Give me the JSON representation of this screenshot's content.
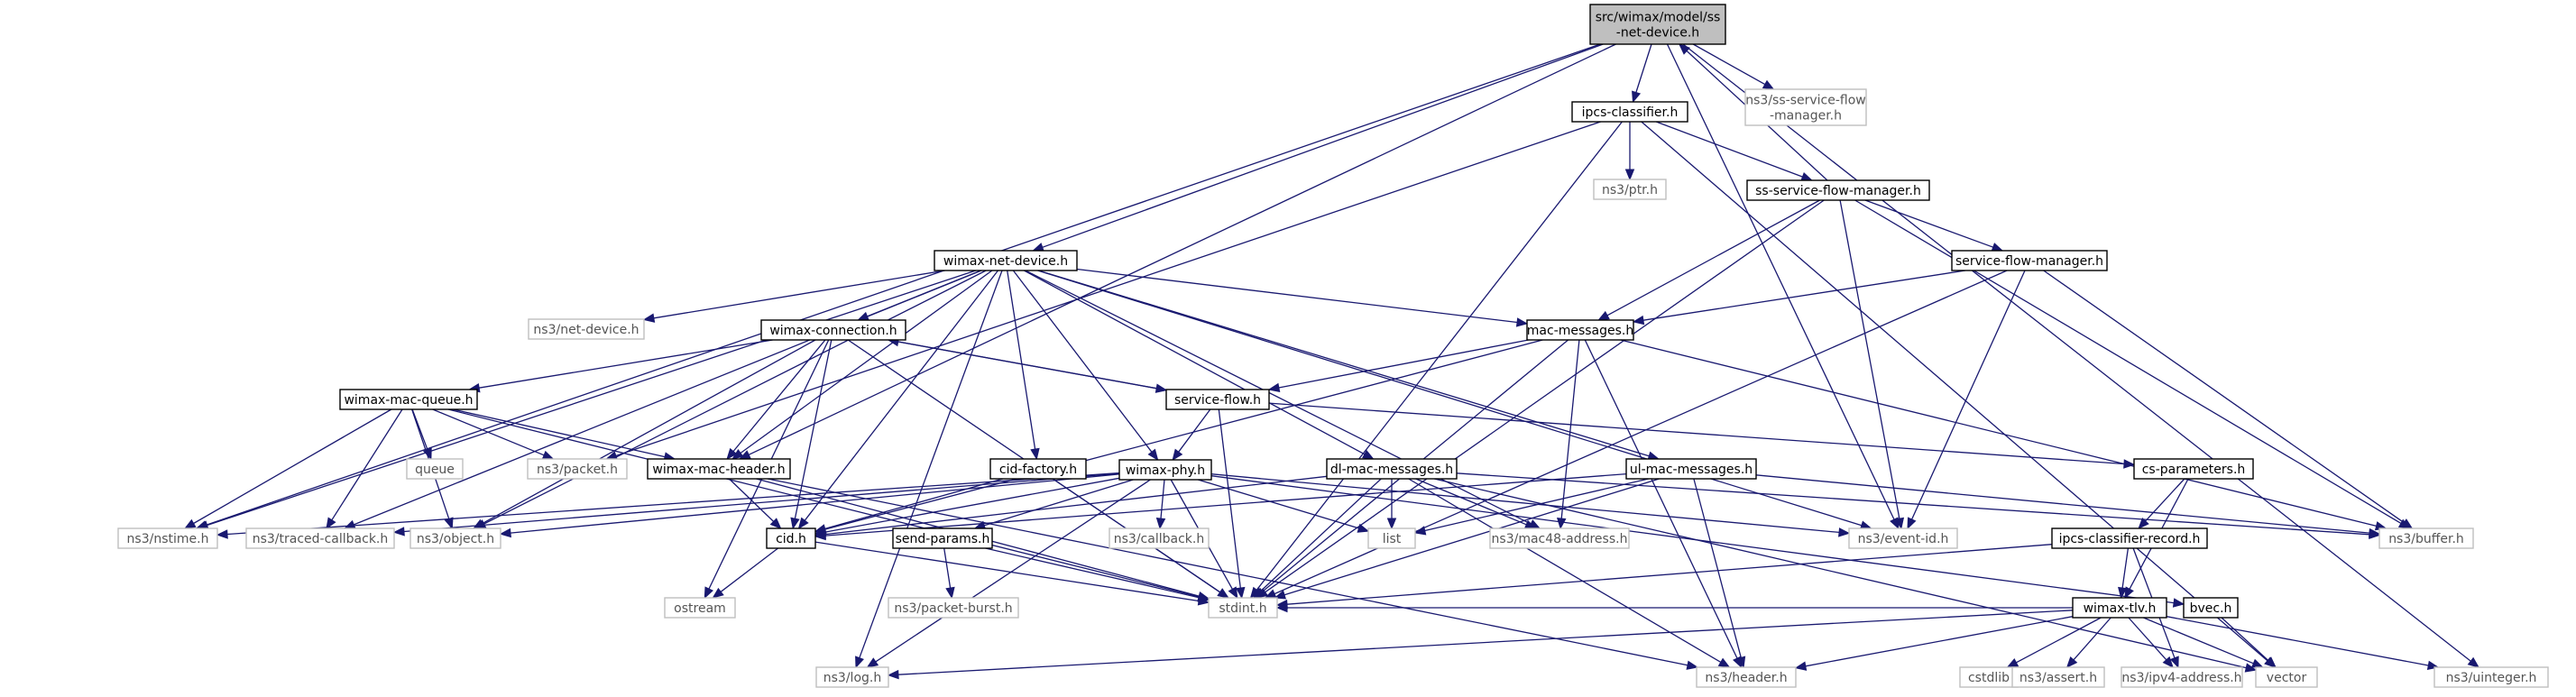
{
  "graph": {
    "nodes": [
      {
        "id": "root",
        "lines": [
          "src/wimax/model/ss",
          "-net-device.h"
        ],
        "kind": "root"
      },
      {
        "id": "ipcs",
        "lines": [
          "ipcs-classifier.h"
        ],
        "kind": "internal"
      },
      {
        "id": "ssflowext",
        "lines": [
          "ns3/ss-service-flow",
          "-manager.h"
        ],
        "kind": "external"
      },
      {
        "id": "ptr",
        "lines": [
          "ns3/ptr.h"
        ],
        "kind": "external"
      },
      {
        "id": "ssflow",
        "lines": [
          "ss-service-flow-manager.h"
        ],
        "kind": "internal"
      },
      {
        "id": "sfm",
        "lines": [
          "service-flow-manager.h"
        ],
        "kind": "internal"
      },
      {
        "id": "wnd",
        "lines": [
          "wimax-net-device.h"
        ],
        "kind": "internal"
      },
      {
        "id": "netdev",
        "lines": [
          "ns3/net-device.h"
        ],
        "kind": "external"
      },
      {
        "id": "macmsg",
        "lines": [
          "mac-messages.h"
        ],
        "kind": "internal"
      },
      {
        "id": "wconn",
        "lines": [
          "wimax-connection.h"
        ],
        "kind": "internal"
      },
      {
        "id": "sflow",
        "lines": [
          "service-flow.h"
        ],
        "kind": "internal"
      },
      {
        "id": "wmq",
        "lines": [
          "wimax-mac-queue.h"
        ],
        "kind": "internal"
      },
      {
        "id": "queue",
        "lines": [
          "queue"
        ],
        "kind": "external"
      },
      {
        "id": "packet",
        "lines": [
          "ns3/packet.h"
        ],
        "kind": "external"
      },
      {
        "id": "wmh",
        "lines": [
          "wimax-mac-header.h"
        ],
        "kind": "internal"
      },
      {
        "id": "cidf",
        "lines": [
          "cid-factory.h"
        ],
        "kind": "internal"
      },
      {
        "id": "wphy",
        "lines": [
          "wimax-phy.h"
        ],
        "kind": "internal"
      },
      {
        "id": "dlmsg",
        "lines": [
          "dl-mac-messages.h"
        ],
        "kind": "internal"
      },
      {
        "id": "ulmsg",
        "lines": [
          "ul-mac-messages.h"
        ],
        "kind": "internal"
      },
      {
        "id": "csparam",
        "lines": [
          "cs-parameters.h"
        ],
        "kind": "internal"
      },
      {
        "id": "nstime",
        "lines": [
          "ns3/nstime.h"
        ],
        "kind": "external"
      },
      {
        "id": "traced",
        "lines": [
          "ns3/traced-callback.h"
        ],
        "kind": "external"
      },
      {
        "id": "object",
        "lines": [
          "ns3/object.h"
        ],
        "kind": "external"
      },
      {
        "id": "cid",
        "lines": [
          "cid.h"
        ],
        "kind": "internal"
      },
      {
        "id": "sendp",
        "lines": [
          "send-params.h"
        ],
        "kind": "internal"
      },
      {
        "id": "callback",
        "lines": [
          "ns3/callback.h"
        ],
        "kind": "external"
      },
      {
        "id": "list",
        "lines": [
          "list"
        ],
        "kind": "external"
      },
      {
        "id": "mac48",
        "lines": [
          "ns3/mac48-address.h"
        ],
        "kind": "external"
      },
      {
        "id": "eventid",
        "lines": [
          "ns3/event-id.h"
        ],
        "kind": "external"
      },
      {
        "id": "icr",
        "lines": [
          "ipcs-classifier-record.h"
        ],
        "kind": "internal"
      },
      {
        "id": "buffer",
        "lines": [
          "ns3/buffer.h"
        ],
        "kind": "external"
      },
      {
        "id": "ostream",
        "lines": [
          "ostream"
        ],
        "kind": "external"
      },
      {
        "id": "stdint",
        "lines": [
          "stdint.h"
        ],
        "kind": "external"
      },
      {
        "id": "pburst",
        "lines": [
          "ns3/packet-burst.h"
        ],
        "kind": "external"
      },
      {
        "id": "bvec",
        "lines": [
          "bvec.h"
        ],
        "kind": "internal"
      },
      {
        "id": "wtlv",
        "lines": [
          "wimax-tlv.h"
        ],
        "kind": "internal"
      },
      {
        "id": "log",
        "lines": [
          "ns3/log.h"
        ],
        "kind": "external"
      },
      {
        "id": "header",
        "lines": [
          "ns3/header.h"
        ],
        "kind": "external"
      },
      {
        "id": "cstdlib",
        "lines": [
          "cstdlib"
        ],
        "kind": "external"
      },
      {
        "id": "assert",
        "lines": [
          "ns3/assert.h"
        ],
        "kind": "external"
      },
      {
        "id": "ipv4",
        "lines": [
          "ns3/ipv4-address.h"
        ],
        "kind": "external"
      },
      {
        "id": "vector",
        "lines": [
          "vector"
        ],
        "kind": "external"
      },
      {
        "id": "uinteger",
        "lines": [
          "ns3/uinteger.h"
        ],
        "kind": "external"
      }
    ],
    "edges": [
      [
        "root",
        "ipcs"
      ],
      [
        "root",
        "ssflowext"
      ],
      [
        "root",
        "wnd"
      ],
      [
        "root",
        "nstime"
      ],
      [
        "root",
        "wmh"
      ],
      [
        "root",
        "eventid"
      ],
      [
        "root",
        "uinteger"
      ],
      [
        "ipcs",
        "ptr"
      ],
      [
        "ipcs",
        "ssflow"
      ],
      [
        "ipcs",
        "packet"
      ],
      [
        "ipcs",
        "stdint"
      ],
      [
        "ipcs",
        "vector"
      ],
      [
        "ssflow",
        "root"
      ],
      [
        "ssflow",
        "sfm"
      ],
      [
        "ssflow",
        "macmsg"
      ],
      [
        "ssflow",
        "eventid"
      ],
      [
        "ssflow",
        "stdint"
      ],
      [
        "ssflow",
        "buffer"
      ],
      [
        "sfm",
        "macmsg"
      ],
      [
        "sfm",
        "eventid"
      ],
      [
        "sfm",
        "stdint"
      ],
      [
        "sfm",
        "buffer"
      ],
      [
        "wnd",
        "netdev"
      ],
      [
        "wnd",
        "wconn"
      ],
      [
        "wnd",
        "macmsg"
      ],
      [
        "wnd",
        "wmh"
      ],
      [
        "wnd",
        "cidf"
      ],
      [
        "wnd",
        "wphy"
      ],
      [
        "wnd",
        "dlmsg"
      ],
      [
        "wnd",
        "ulmsg"
      ],
      [
        "wnd",
        "nstime"
      ],
      [
        "wnd",
        "traced"
      ],
      [
        "wnd",
        "object"
      ],
      [
        "wnd",
        "cid"
      ],
      [
        "wnd",
        "mac48"
      ],
      [
        "wnd",
        "eventid"
      ],
      [
        "wnd",
        "log"
      ],
      [
        "wconn",
        "wmq"
      ],
      [
        "wconn",
        "wmh"
      ],
      [
        "wconn",
        "sflow"
      ],
      [
        "wconn",
        "cid"
      ],
      [
        "wconn",
        "object"
      ],
      [
        "wconn",
        "stdint"
      ],
      [
        "wconn",
        "ostream"
      ],
      [
        "macmsg",
        "sflow"
      ],
      [
        "macmsg",
        "cid"
      ],
      [
        "macmsg",
        "mac48"
      ],
      [
        "macmsg",
        "stdint"
      ],
      [
        "macmsg",
        "buffer"
      ],
      [
        "macmsg",
        "header"
      ],
      [
        "sflow",
        "wconn"
      ],
      [
        "sflow",
        "wphy"
      ],
      [
        "sflow",
        "csparam"
      ],
      [
        "sflow",
        "stdint"
      ],
      [
        "wmq",
        "queue"
      ],
      [
        "wmq",
        "packet"
      ],
      [
        "wmq",
        "wmh"
      ],
      [
        "wmq",
        "nstime"
      ],
      [
        "wmq",
        "traced"
      ],
      [
        "wmq",
        "object"
      ],
      [
        "wmq",
        "stdint"
      ],
      [
        "wmh",
        "cid"
      ],
      [
        "wmh",
        "stdint"
      ],
      [
        "wmh",
        "header"
      ],
      [
        "cidf",
        "cid"
      ],
      [
        "cidf",
        "stdint"
      ],
      [
        "wphy",
        "sendp"
      ],
      [
        "wphy",
        "cid"
      ],
      [
        "wphy",
        "nstime"
      ],
      [
        "wphy",
        "traced"
      ],
      [
        "wphy",
        "object"
      ],
      [
        "wphy",
        "callback"
      ],
      [
        "wphy",
        "list"
      ],
      [
        "wphy",
        "stdint"
      ],
      [
        "wphy",
        "eventid"
      ],
      [
        "wphy",
        "log"
      ],
      [
        "wphy",
        "bvec"
      ],
      [
        "dlmsg",
        "cid"
      ],
      [
        "dlmsg",
        "list"
      ],
      [
        "dlmsg",
        "mac48"
      ],
      [
        "dlmsg",
        "stdint"
      ],
      [
        "dlmsg",
        "header"
      ],
      [
        "dlmsg",
        "vector"
      ],
      [
        "dlmsg",
        "buffer"
      ],
      [
        "ulmsg",
        "cid"
      ],
      [
        "ulmsg",
        "list"
      ],
      [
        "ulmsg",
        "stdint"
      ],
      [
        "ulmsg",
        "header"
      ],
      [
        "ulmsg",
        "buffer"
      ],
      [
        "csparam",
        "icr"
      ],
      [
        "csparam",
        "wtlv"
      ],
      [
        "icr",
        "stdint"
      ],
      [
        "icr",
        "wtlv"
      ],
      [
        "icr",
        "ipv4"
      ],
      [
        "cid",
        "ostream"
      ],
      [
        "cid",
        "stdint"
      ],
      [
        "sendp",
        "stdint"
      ],
      [
        "sendp",
        "pburst"
      ],
      [
        "bvec",
        "vector"
      ],
      [
        "wtlv",
        "stdint"
      ],
      [
        "wtlv",
        "log"
      ],
      [
        "wtlv",
        "header"
      ],
      [
        "wtlv",
        "cstdlib"
      ],
      [
        "wtlv",
        "assert"
      ],
      [
        "wtlv",
        "ipv4"
      ],
      [
        "wtlv",
        "vector"
      ],
      [
        "wtlv",
        "uinteger"
      ]
    ]
  }
}
